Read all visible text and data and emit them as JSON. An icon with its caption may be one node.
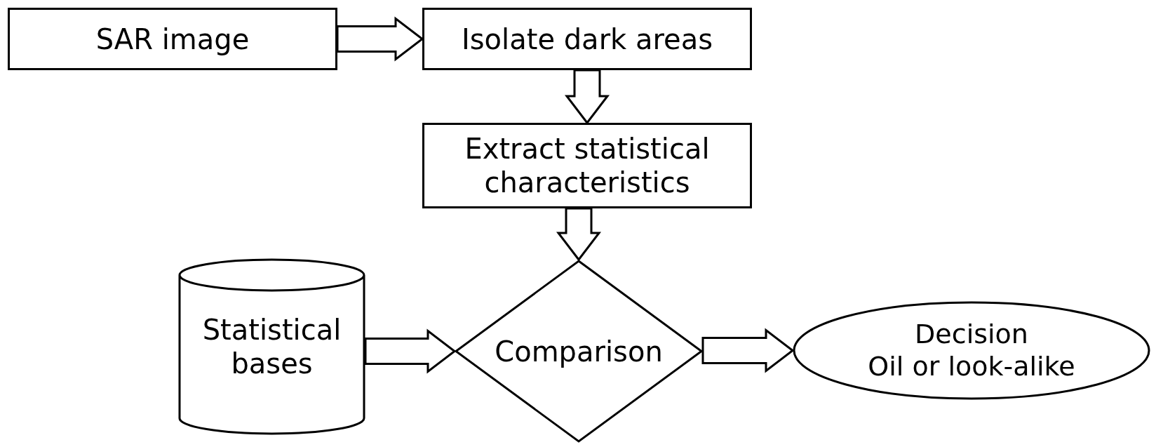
{
  "diagram": {
    "nodes": [
      {
        "text": [
          "SAR image"
        ]
      },
      {
        "text": [
          "Isolate dark areas"
        ]
      },
      {
        "text": [
          "Extract statistical characteristics"
        ]
      },
      {
        "text": [
          "Statistical bases"
        ]
      },
      {
        "text": [
          "Comparison"
        ]
      },
      {
        "text": [
          "Decision",
          "Oil or look-alike"
        ]
      }
    ],
    "edges": [
      {
        "from": 0,
        "to": 1,
        "arrow": "to"
      },
      {
        "from": 1,
        "to": 2,
        "arrow": "to"
      },
      {
        "from": 2,
        "to": 4,
        "arrow": "to"
      },
      {
        "from": 3,
        "to": 4,
        "arrow": "to"
      },
      {
        "from": 4,
        "to": 5,
        "arrow": "to"
      }
    ]
  }
}
